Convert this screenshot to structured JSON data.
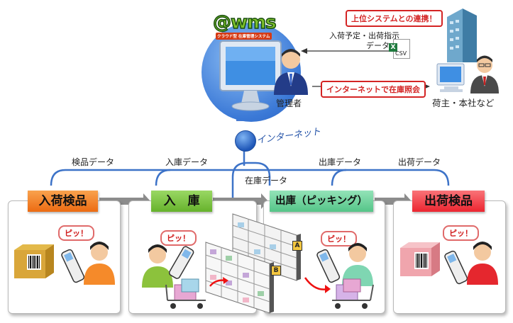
{
  "logo": {
    "text": "@wms",
    "subtitle": "クラウド型 在庫管理システム"
  },
  "top": {
    "upper_system_callout": "上位システムとの連携！",
    "data_label_line1": "入荷予定・出荷指示",
    "data_label_line2": "データ",
    "csv_label": "CSV",
    "manager_label": "管理者",
    "internet_inquiry_callout": "インターネットで在庫照会",
    "client_label": "荷主・本社など",
    "internet_label": "インターネット"
  },
  "network_labels": {
    "inspection_data": "検品データ",
    "receiving_data": "入庫データ",
    "inventory_data": "在庫データ",
    "shipping_out_data": "出庫データ",
    "shipment_data": "出荷データ"
  },
  "stages": [
    {
      "label": "入荷検品",
      "color": "#f07a22"
    },
    {
      "label": "入　庫",
      "color": "#7cc142"
    },
    {
      "label": "出庫（ピッキング）",
      "color": "#6ed19c"
    },
    {
      "label": "出荷検品",
      "color": "#f2383f"
    }
  ],
  "beep": "ピッ！",
  "shelf_labels": {
    "a": "A",
    "b": "B"
  }
}
